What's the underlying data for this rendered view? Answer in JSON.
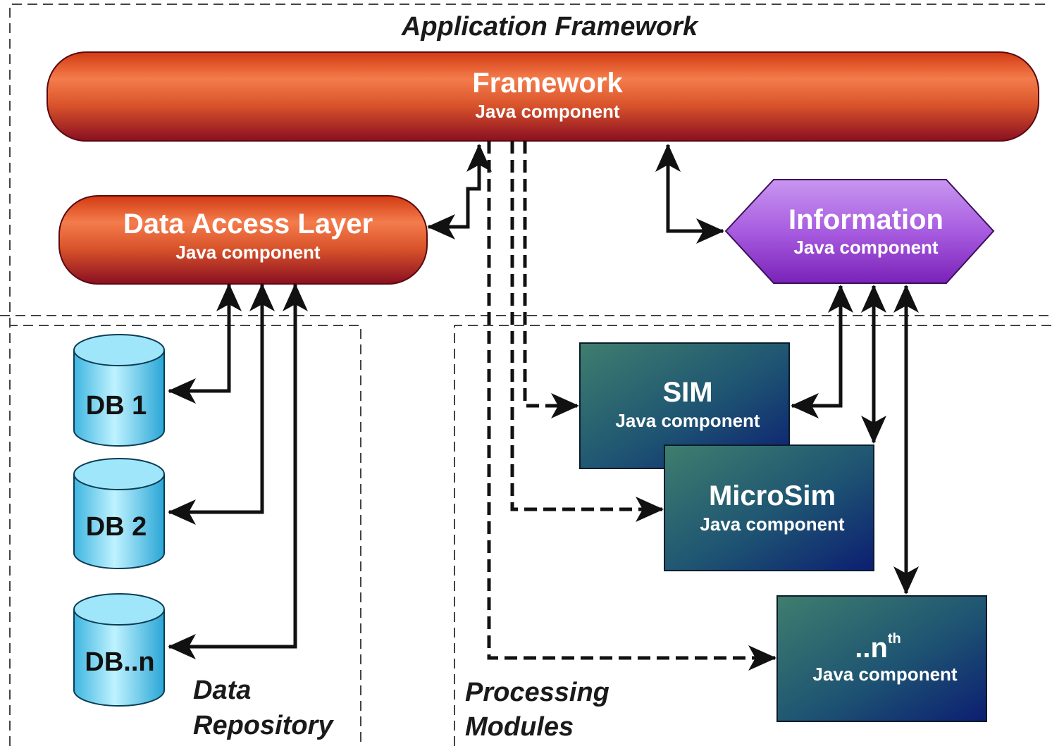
{
  "regions": {
    "application_framework": "Application Framework",
    "data_repository_line1": "Data",
    "data_repository_line2": "Repository",
    "processing_modules_line1": "Processing",
    "processing_modules_line2": "Modules"
  },
  "nodes": {
    "framework": {
      "title": "Framework",
      "subtitle": "Java component"
    },
    "data_access_layer": {
      "title": "Data Access Layer",
      "subtitle": "Java component"
    },
    "information": {
      "title": "Information",
      "subtitle": "Java component"
    },
    "sim": {
      "title": "SIM",
      "subtitle": "Java component"
    },
    "microsim": {
      "title": "MicroSim",
      "subtitle": "Java component"
    },
    "nth": {
      "title": "..n",
      "superscript": "th",
      "subtitle": "Java component"
    }
  },
  "databases": [
    "DB 1",
    "DB 2",
    "DB..n"
  ],
  "colors": {
    "framework_fill": "#c0381a",
    "information_fill": "#a64fd8",
    "module_fill": "#1f5a73",
    "db_fill": "#5fd0f0"
  }
}
